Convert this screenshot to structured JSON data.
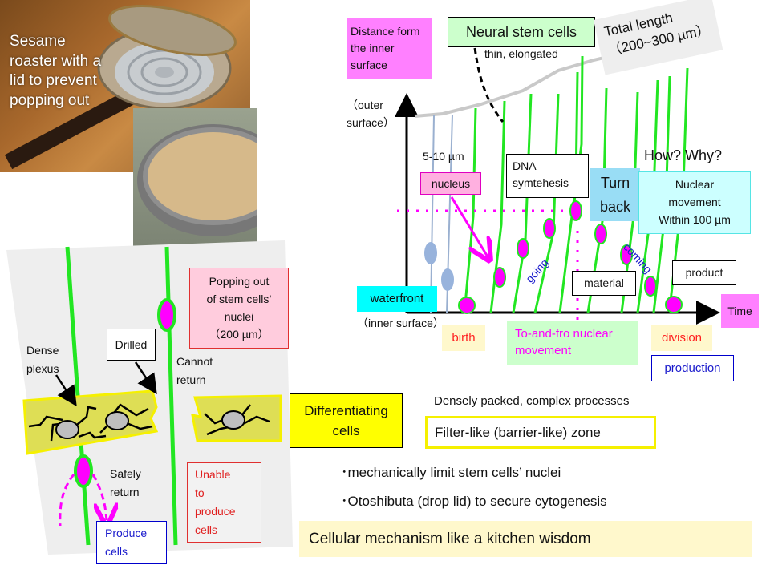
{
  "photos": {
    "roaster_caption": "Sesame roaster with a lid to prevent popping out",
    "roaster_photo": "sesame-roaster-photo",
    "sieve_photo": "mesh-sieve-with-sesame-photo"
  },
  "diagram_top": {
    "y_axis_label": "Distance form the inner surface",
    "outer_surface": "（outer surface）",
    "inner_surface": "（inner surface）",
    "title": "Neural stem cells",
    "thin": "thin, elongated",
    "total_length_line1": "Total length",
    "total_length_line2": "（200~300 µm）",
    "size": "5-10 µm",
    "nucleus": "nucleus",
    "dna_line1": "DNA",
    "dna_line2": "symtehesis",
    "turn_back_line1": "Turn",
    "turn_back_line2": "back",
    "how_why": "How? Why?",
    "nuclear_line1": "Nuclear",
    "nuclear_line2": "movement",
    "nuclear_line3": "Within 100 µm",
    "coming": "coming",
    "going": "going",
    "product": "product",
    "material": "material",
    "waterfront": "waterfront",
    "time": "Time",
    "birth": "birth",
    "to_and_fro_line1": "To-and-fro nuclear",
    "to_and_fro_line2": "movement",
    "division": "division",
    "production": "production"
  },
  "diagram_bottom": {
    "popping_line1": "Popping out",
    "popping_line2": "of stem cells’",
    "popping_line3": "nuclei",
    "popping_line4": "（200 µm）",
    "drilled": "Drilled",
    "dense_line1": "Dense",
    "dense_line2": "plexus",
    "cannot_line1": "Cannot",
    "cannot_line2": "return",
    "safely_line1": "Safely",
    "safely_line2": "return",
    "produce_line1": "Produce",
    "produce_line2": "cells",
    "unable_line1": "Unable",
    "unable_line2": "to",
    "unable_line3": "produce",
    "unable_line4": "cells"
  },
  "summary": {
    "diff_line1": "Differentiating",
    "diff_line2": "cells",
    "densely": "Densely packed, complex processes",
    "filter": "Filter-like (barrier-like) zone",
    "bullet1": "･mechanically limit stem cells’ nuclei",
    "bullet2": "･Otoshibuta (drop lid) to secure cytogenesis",
    "conclusion": "Cellular mechanism like a kitchen wisdom"
  },
  "colors": {
    "stem_green": "#22e622",
    "nucleus_magenta": "#ff00ff",
    "pink_box": "#ff80ff",
    "cyan_box": "#00ffff",
    "yellow_box": "#ffff00",
    "light_green_box": "#ccffcc"
  }
}
